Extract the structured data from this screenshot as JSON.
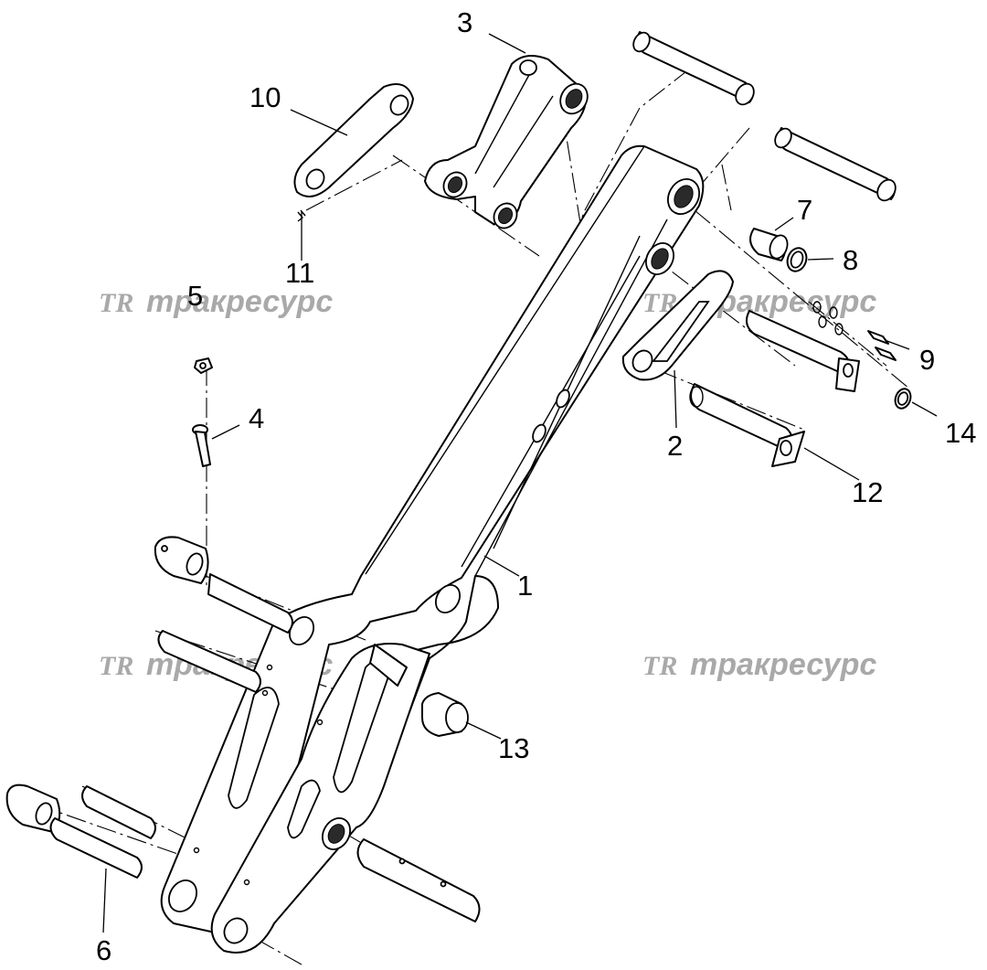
{
  "watermark": {
    "logo": "TR",
    "text": "тракресурс",
    "color": "#a9a9a9"
  },
  "callouts": [
    {
      "id": "c1",
      "label": "1"
    },
    {
      "id": "c2",
      "label": "2"
    },
    {
      "id": "c3",
      "label": "3"
    },
    {
      "id": "c4",
      "label": "4"
    },
    {
      "id": "c5",
      "label": "5"
    },
    {
      "id": "c6",
      "label": "6"
    },
    {
      "id": "c7",
      "label": "7"
    },
    {
      "id": "c8",
      "label": "8"
    },
    {
      "id": "c9",
      "label": "9"
    },
    {
      "id": "c10",
      "label": "10"
    },
    {
      "id": "c11",
      "label": "11"
    },
    {
      "id": "c12",
      "label": "12"
    },
    {
      "id": "c13",
      "label": "13"
    },
    {
      "id": "c14",
      "label": "14"
    }
  ],
  "colors": {
    "line": "#000000",
    "background": "#ffffff",
    "watermark": "#a9a9a9"
  }
}
